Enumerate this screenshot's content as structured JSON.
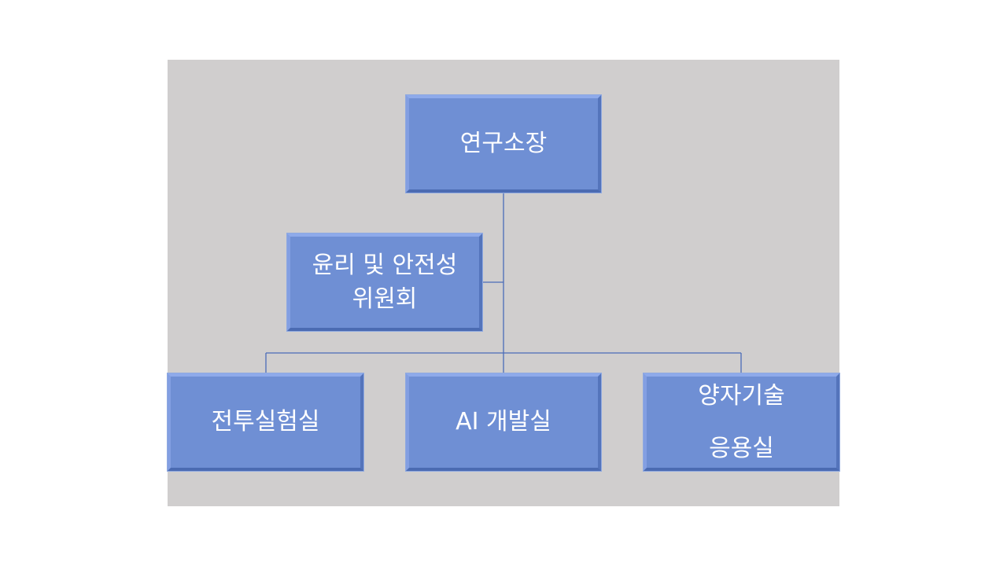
{
  "org_chart": {
    "director": {
      "label": "연구소장"
    },
    "committee": {
      "lines": [
        "윤리 및 안전성",
        "위원회"
      ]
    },
    "divisions": [
      {
        "lines": [
          "전투실험실"
        ]
      },
      {
        "lines": [
          "AI 개발실"
        ]
      },
      {
        "lines": [
          "양자기술",
          "응용실"
        ]
      }
    ]
  },
  "colors": {
    "background": "#d0cece",
    "node_fill": "#6f8fd4",
    "connector": "#4a6bb8",
    "text": "#ffffff"
  }
}
